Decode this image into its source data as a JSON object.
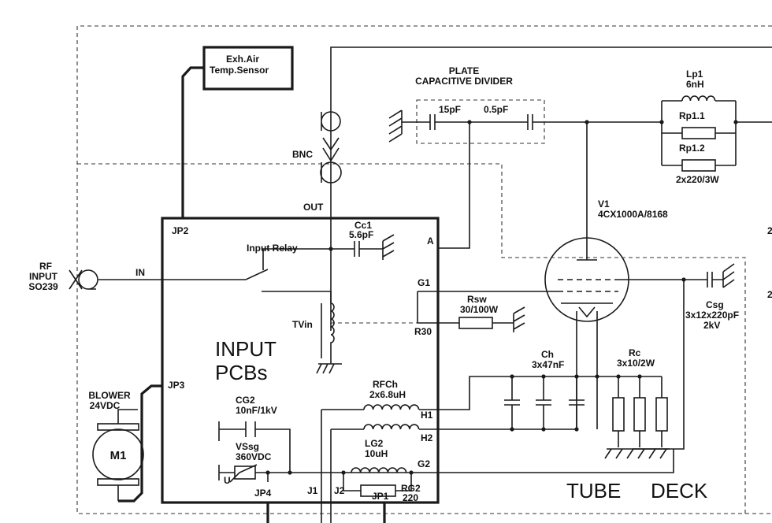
{
  "labels": {
    "plate_title_1": "PLATE",
    "plate_title_2": "CAPACITIVE DIVIDER",
    "c15": "15pF",
    "c05": "0.5pF",
    "exh_1": "Exh.Air",
    "exh_2": "Temp.Sensor",
    "bnc": "BNC",
    "out": "OUT",
    "jp2": "JP2",
    "cc1_1": "Cc1",
    "cc1_2": "5.6pF",
    "a": "A",
    "input_relay": "Input Relay",
    "rf_1": "RF",
    "rf_2": "INPUT",
    "rf_3": "SO239",
    "in": "IN",
    "g1": "G1",
    "rsw_1": "Rsw",
    "rsw_2": "30/100W",
    "tvin": "TVin",
    "r30": "R30",
    "input_pcbs_1": "INPUT",
    "input_pcbs_2": "PCBs",
    "jp3": "JP3",
    "blower_1": "BLOWER",
    "blower_2": "24VDC",
    "m1": "M1",
    "cg2_1": "CG2",
    "cg2_2": "10nF/1kV",
    "vssg_1": "VSsg",
    "vssg_2": "360VDC",
    "u": "U",
    "jp4": "JP4",
    "j1": "J1",
    "j2": "J2",
    "jp1": "JP1",
    "rg2_1": "RG2",
    "rg2_2": "220",
    "rfch_1": "RFCh",
    "rfch_2": "2x6.8uH",
    "h1": "H1",
    "h2": "H2",
    "lg2_1": "LG2",
    "lg2_2": "10uH",
    "g2": "G2",
    "ch_1": "Ch",
    "ch_2": "3x47nF",
    "rc_1": "Rc",
    "rc_2": "3x10/2W",
    "v1_1": "V1",
    "v1_2": "4CX1000A/8168",
    "lp1_1": "Lp1",
    "lp1_2": "6nH",
    "rp11": "Rp1.1",
    "rp12": "Rp1.2",
    "rp_val": "2x220/3W",
    "csg_1": "Csg",
    "csg_2": "3x12x220pF",
    "csg_3": "2kV",
    "tube_deck_1": "TUBE",
    "tube_deck_2": "DECK",
    "edge_1": "2",
    "edge_2": "2"
  }
}
